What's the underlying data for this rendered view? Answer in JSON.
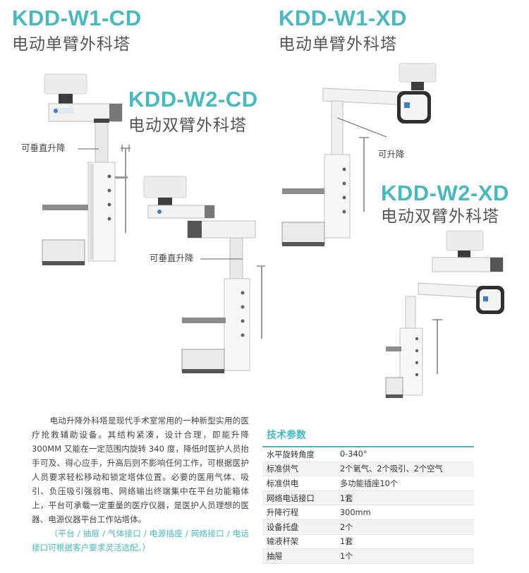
{
  "products": [
    {
      "model": "KDD-W1-CD",
      "name": "电动单臂外科塔"
    },
    {
      "model": "KDD-W2-CD",
      "name": "电动双臂外科塔"
    },
    {
      "model": "KDD-W1-XD",
      "name": "电动单臂外科塔"
    },
    {
      "model": "KDD-W2-XD",
      "name": "电动双臂外科塔"
    }
  ],
  "callouts": {
    "w1cd": "可垂直升降",
    "w2cd": "可垂直升降",
    "w1xd": "可升降"
  },
  "description": {
    "body": "电动升降外科塔是现代手术室常用的一种新型实用的医疗抢救辅助设备。其结构紧凑，设计合理，即能升降 300MM 又能在一定范围内旋转 340 度，降低时医护人员抬手可及、得心应手，升高后则不影响任何工作，可根据医护人员要求轻松移动和锁定塔体位置。必要的医用气体、吸引、负压吸引强弱电、网络输出终端集中在平台功能箱体上，平台可承载一定重量的医疗仪器，是医护人员理想的医器、电源仪器平台工作站塔体。",
    "note": "（平台 / 抽屉 / 气体接口 / 电源插座 / 网络接口 / 电话接口可根据客户要求灵活选配。）"
  },
  "spec": {
    "title": "技术参数",
    "rows": [
      {
        "key": "水平旋转角度",
        "value": "0-340°"
      },
      {
        "key": "标准供气",
        "value": "2个氧气、2个吸引、2个空气"
      },
      {
        "key": "标准供电",
        "value": "多功能插座10个"
      },
      {
        "key": "网络电话接口",
        "value": "1套"
      },
      {
        "key": "升降行程",
        "value": "300mm"
      },
      {
        "key": "设备托盘",
        "value": "2个"
      },
      {
        "key": "输液杆架",
        "value": "1套"
      },
      {
        "key": "抽屉",
        "value": "1个"
      }
    ]
  },
  "colors": {
    "accent": "#4ab8bf",
    "text": "#444444"
  }
}
